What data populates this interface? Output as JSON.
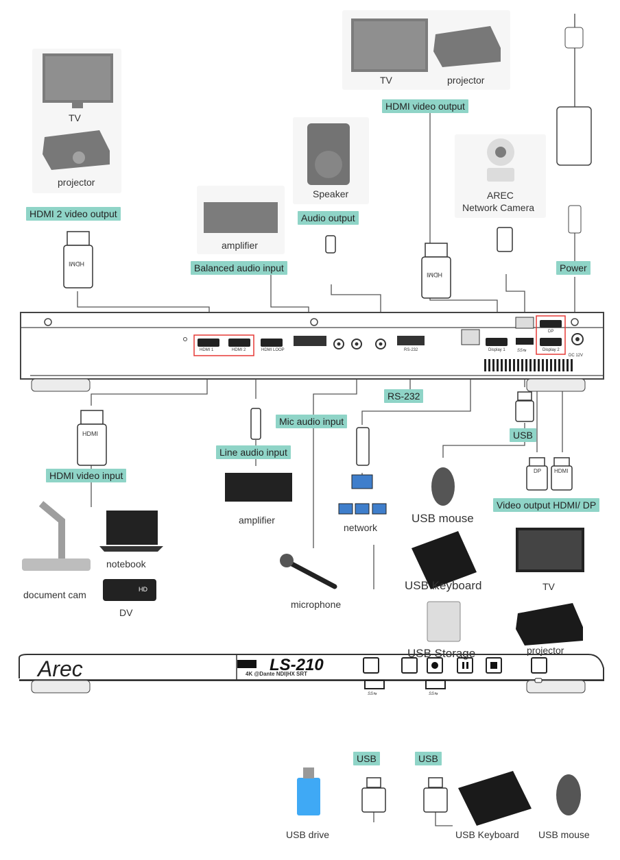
{
  "devices": {
    "tv_top_left": "TV",
    "projector_top_left": "projector",
    "amplifier_top": "amplifier",
    "speaker": "Speaker",
    "tv_top": "TV",
    "projector_top": "projector",
    "camera_line1": "AREC",
    "camera_line2": "Network Camera",
    "amplifier_bottom": "amplifier",
    "network": "network",
    "microphone": "microphone",
    "notebook": "notebook",
    "document_cam": "document cam",
    "dv": "DV",
    "usb_mouse": "USB mouse",
    "usb_keyboard": "USB Keyboard",
    "usb_storage": "USB Storage",
    "tv_right": "TV",
    "projector_right": "projector",
    "usb_drive": "USB drive",
    "usb_keyboard_front": "USB Keyboard",
    "usb_mouse_front": "USB mouse"
  },
  "tags": {
    "hdmi2_output": "HDMI 2 video output",
    "balanced_audio": "Balanced audio input",
    "audio_output": "Audio output",
    "hdmi_video_output": "HDMI video output",
    "power": "Power",
    "rs232": "RS-232",
    "mic_audio": "Mic audio input",
    "line_audio": "Line audio input",
    "usb_rear": "USB",
    "hdmi_video_input": "HDMI video input",
    "video_output_hdmi_dp": "Video output HDMI/ DP",
    "usb_front_left": "USB",
    "usb_front_right": "USB"
  },
  "rear_ports": {
    "hdmi1": "HDMI 1",
    "hdmi2": "HDMI 2",
    "hdmi_loop": "HDMI LOOP",
    "rs232": "RS-232",
    "display1": "Display 1",
    "display2": "Display 2",
    "dp": "DP",
    "dc": "DC 12V",
    "ss": "SS⇆"
  },
  "connectors": {
    "hdmi": "HDMI",
    "dp": "DP",
    "hd": "HD"
  },
  "front": {
    "brand": "Arec",
    "model": "LS-210",
    "features": "4K  @Dante  NDI|HX  SRT"
  },
  "colors": {
    "tag": "#8fd4c7",
    "panel": "#ececec",
    "highlight": "#e53935"
  }
}
